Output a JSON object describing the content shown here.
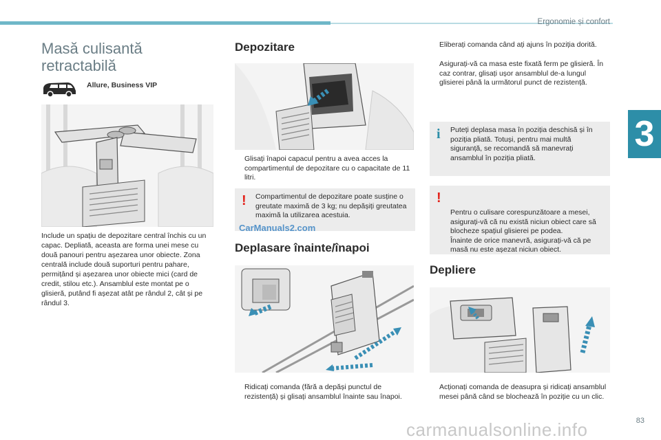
{
  "header": {
    "chapter": "Ergonomie și confort",
    "chapter_number": "3"
  },
  "main": {
    "title": "Masă culisantă retractabilă",
    "trim": "Allure, Business VIP",
    "intro": "Include un spațiu de depozitare central închis cu un capac. Depliată, aceasta are forma unei mese cu două panouri pentru așezarea unor obiecte. Zona centrală include două suporturi pentru pahare, permițând și așezarea unor obiecte mici (card de credit, stilou etc.). Ansamblul este montat pe o glisieră, putând fi așezat atât pe rândul 2, cât și pe rândul 3."
  },
  "storage": {
    "heading": "Depozitare",
    "step": "Glisați înapoi capacul pentru a avea acces la compartimentul de depozitare cu o capacitate de 11 litri.",
    "warning": "Compartimentul de depozitare poate susține o greutate maximă de 3 kg; nu depășiți greutatea maximă la utilizarea acestuia."
  },
  "slide": {
    "heading": "Deplasare înainte/înapoi",
    "step": "Ridicați comanda (fără a depăși punctul de rezistență) și glisați ansamblul înainte sau înapoi."
  },
  "right": {
    "step1": "Eliberați comanda când ați ajuns în poziția dorită.",
    "step2": "Asigurați-vă ca masa este fixată ferm pe glisieră. În caz contrar, glisați ușor ansamblul de-a lungul glisierei până la următorul punct de rezistență.",
    "info": "Puteți deplasa masa în poziția deschisă și în poziția pliată. Totuși, pentru mai multă siguranță, se recomandă să manevrați ansamblul în poziția pliată.",
    "warning": "Pentru o culisare corespunzătoare a mesei, asigurați-vă că nu există niciun obiect care să blocheze spațiul glisierei pe podea.\nÎnainte de orice manevră, asigurați-vă că pe masă nu este așezat niciun obiect."
  },
  "unfold": {
    "heading": "Depliere",
    "step": "Acționați comanda de deasupra și ridicați ansamblul mesei până când se blochează în poziție cu un clic."
  },
  "footer": {
    "page_number": "83",
    "watermark_site": "CarManuals2.com",
    "watermark_footer": "carmanualsonline.info"
  },
  "glyphs": {
    "bullet": "",
    "warning": "!",
    "info": "i"
  },
  "colors": {
    "accent": "#2d8ea8",
    "arrow": "#3a8fb5",
    "warning": "#e3241c",
    "note_bg": "#ececec"
  }
}
